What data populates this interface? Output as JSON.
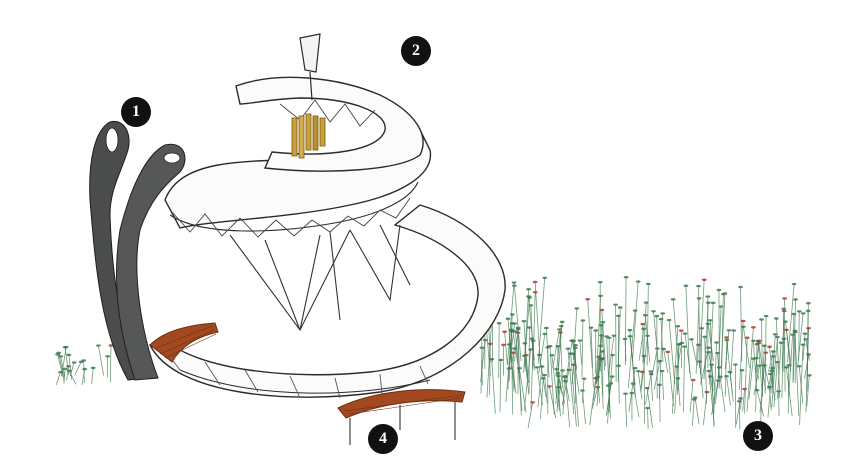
{
  "callouts": {
    "lamp": "1",
    "chimes": "2",
    "meadow": "3",
    "bench": "4"
  },
  "colors": {
    "lamp": "#4a4d4c",
    "wood": "#a2491f",
    "wood_dark": "#6e2e12",
    "brass": "#c9a13a",
    "ramp_fill": "#fbfbfb",
    "ink": "#2b2b2b",
    "grass": "#3f7a4f",
    "flower_red": "#b23a2a"
  }
}
